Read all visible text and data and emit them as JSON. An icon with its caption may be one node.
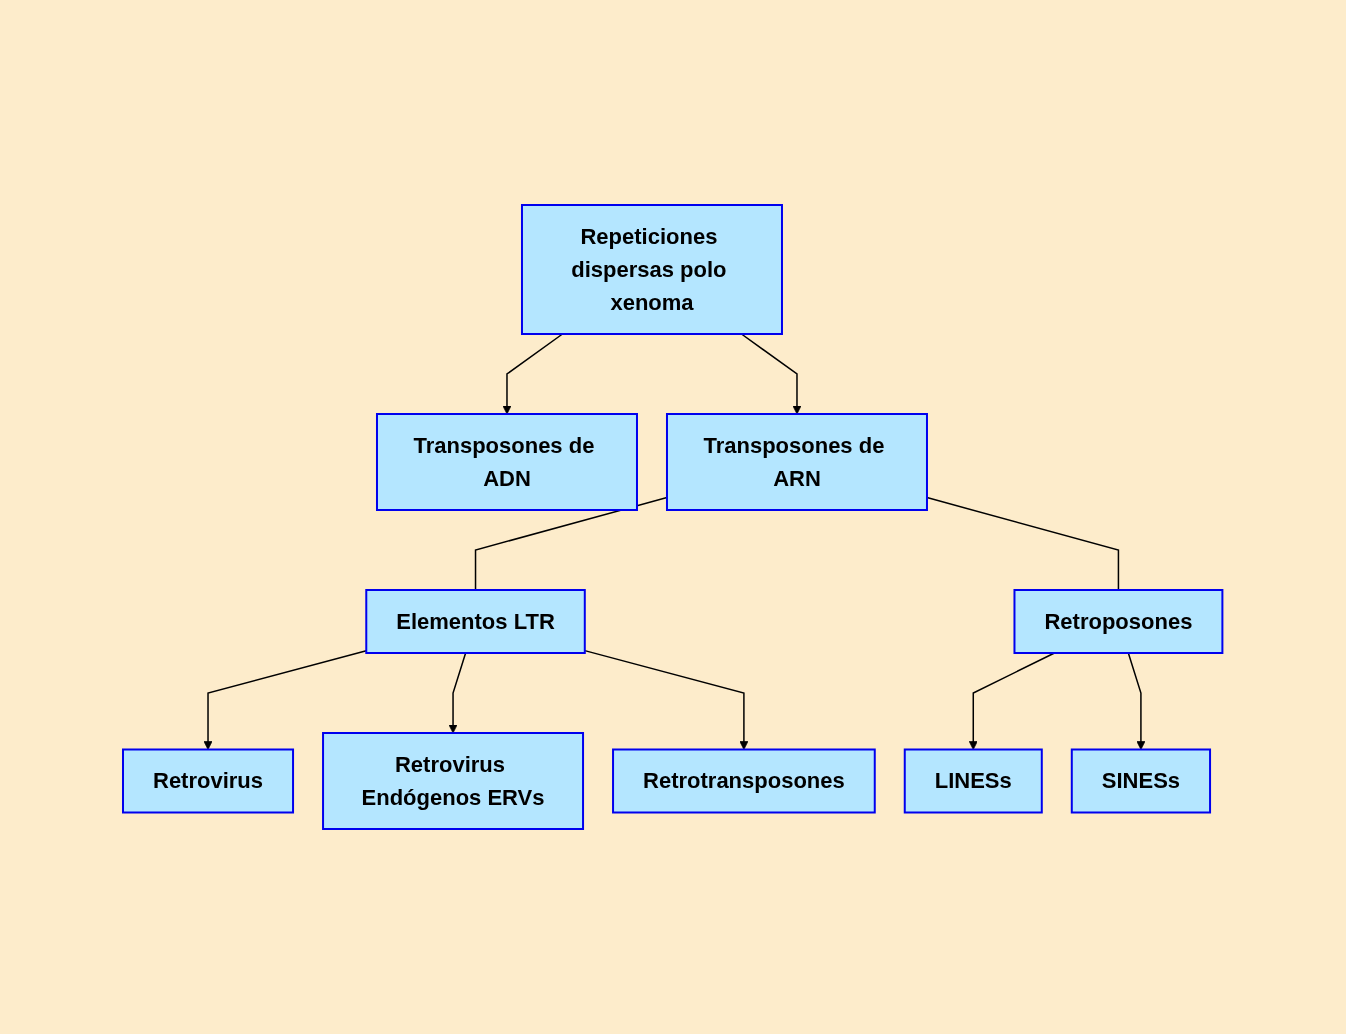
{
  "diagram": {
    "nodes": [
      {
        "text": [
          "Repeticiones dispersas polo xenoma"
        ]
      },
      {
        "text": [
          "Transposones de ADN"
        ]
      },
      {
        "text": [
          "Transposones de ARN"
        ]
      },
      {
        "text": [
          "Elementos LTR"
        ]
      },
      {
        "text": [
          "Retrovirus"
        ]
      },
      {
        "text": [
          "Retrovirus Endógenos ERVs"
        ]
      },
      {
        "text": [
          "Retrotransposones"
        ]
      },
      {
        "text": [
          "Retroposones"
        ]
      },
      {
        "text": [
          "LINESs"
        ]
      },
      {
        "text": [
          "SINESs"
        ]
      }
    ],
    "edges": [
      {
        "from": 0,
        "to": 1,
        "arrow": "to"
      },
      {
        "from": 0,
        "to": 2,
        "arrow": "to"
      },
      {
        "from": 2,
        "to": 3,
        "arrow": "none"
      },
      {
        "from": 2,
        "to": 7,
        "arrow": "none"
      },
      {
        "from": 3,
        "to": 4,
        "arrow": "to"
      },
      {
        "from": 3,
        "to": 5,
        "arrow": "to"
      },
      {
        "from": 3,
        "to": 6,
        "arrow": "to"
      },
      {
        "from": 7,
        "to": 8,
        "arrow": "to"
      },
      {
        "from": 7,
        "to": 9,
        "arrow": "to"
      }
    ]
  }
}
